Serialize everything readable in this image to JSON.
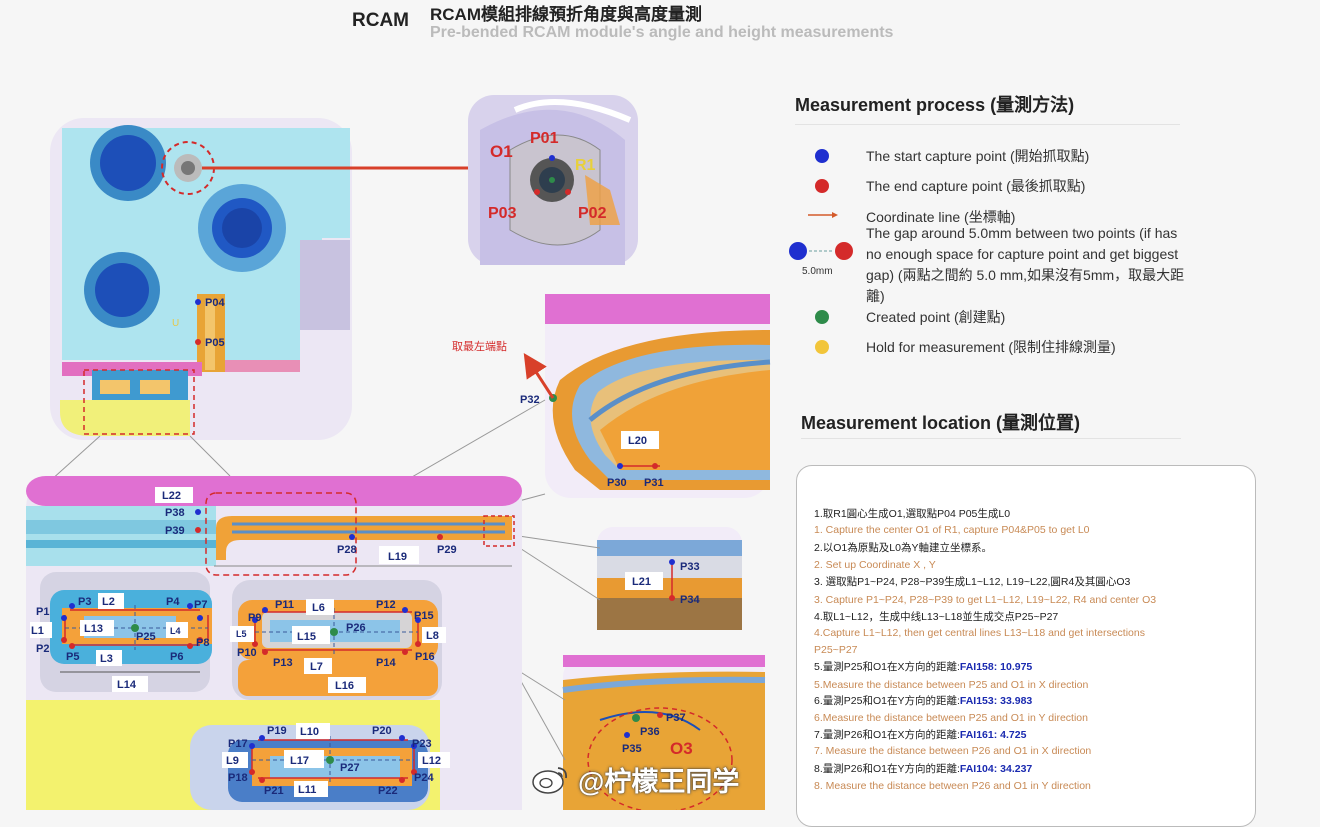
{
  "header": {
    "code": "RCAM",
    "title_zh": "RCAM模組排線預折角度與高度量測",
    "title_en": "Pre-bended RCAM module's angle and height measurements"
  },
  "legend": {
    "title": "Measurement process (量測方法)",
    "items": [
      {
        "type": "dot",
        "color": "#1f2fcf",
        "label": "The start capture point  (開始抓取點)"
      },
      {
        "type": "dot",
        "color": "#d42a2a",
        "label": "The end capture point  (最後抓取點)"
      },
      {
        "type": "arrow",
        "color": "#d45a2a",
        "label": "Coordinate line  (坐標軸)"
      },
      {
        "type": "gap",
        "label": "The gap around 5.0mm between two points (if has no enough space for capture point and get biggest gap)  (兩點之間約 5.0 mm,如果沒有5mm，取最大距離)",
        "gap_note": "5.0mm"
      },
      {
        "type": "dot",
        "color": "#2e8b4a",
        "label": "Created point  (創建點)"
      },
      {
        "type": "dot",
        "color": "#f2c53a",
        "label": "Hold for measurement  (限制住排線測量)"
      }
    ]
  },
  "location": {
    "title": "Measurement location (量測位置)",
    "steps": [
      {
        "lang": "zh",
        "text": "1.取R1圓心生成O1,選取點P04 P05生成L0"
      },
      {
        "lang": "en",
        "text": "1. Capture the center O1 of R1, capture P04&P05 to get L0"
      },
      {
        "lang": "zh",
        "text": "2.以O1為原點及L0為Y軸建立坐標系。"
      },
      {
        "lang": "en",
        "text": "2. Set up Coordinate  X , Y"
      },
      {
        "lang": "zh",
        "text": "3. 選取點P1~P24, P28~P39生成L1~L12, L19~L22,圓R4及其圓心O3"
      },
      {
        "lang": "en",
        "text": "3. Capture P1~P24, P28~P39 to get L1~L12, L19~L22, R4 and center O3"
      },
      {
        "lang": "zh",
        "text": "4.取L1~L12，生成中线L13~L18並生成交点P25~P27"
      },
      {
        "lang": "en",
        "text": "4.Capture L1~L12, then get central lines L13~L18 and get intersections"
      },
      {
        "lang": "en",
        "text": "P25~P27"
      },
      {
        "lang": "zh",
        "text": "5.量測P25和O1在X方向的距離:",
        "fai": "FAI158: 10.975"
      },
      {
        "lang": "en",
        "text": "5.Measure the distance between P25 and O1 in X direction"
      },
      {
        "lang": "zh",
        "text": "6.量測P25和O1在Y方向的距離:",
        "fai": "FAI153: 33.983"
      },
      {
        "lang": "en",
        "text": "6.Measure the distance between P25 and O1 in Y direction"
      },
      {
        "lang": "zh",
        "text": "7.量測P26和O1在X方向的距離:",
        "fai": "FAI161: 4.725"
      },
      {
        "lang": "en",
        "text": "7. Measure the distance between P26 and O1 in X direction"
      },
      {
        "lang": "zh",
        "text": "8.量測P26和O1在Y方向的距離:",
        "fai": "FAI104: 34.237"
      },
      {
        "lang": "en",
        "text": "8. Measure the distance between P26 and O1 in Y direction"
      }
    ]
  },
  "watermark": "@柠檬王同学",
  "diagram": {
    "top_inset": {
      "points": [
        "P04",
        "P05"
      ]
    },
    "r1_detail": {
      "labels": [
        "O1",
        "P01",
        "R1",
        "P03",
        "P02"
      ]
    },
    "p32_detail": {
      "callout": "取最左端點",
      "points": [
        "P32",
        "P30",
        "P31"
      ],
      "lines": [
        "L20"
      ]
    },
    "p33_detail": {
      "points": [
        "P33",
        "P34"
      ],
      "lines": [
        "L21"
      ]
    },
    "o3_detail": {
      "points": [
        "P35",
        "P36",
        "P37"
      ],
      "circle": "O3"
    },
    "main_labels": {
      "points": [
        "P38",
        "P39",
        "P28",
        "P29",
        "P1",
        "P2",
        "P3",
        "P4",
        "P5",
        "P6",
        "P7",
        "P8",
        "P25",
        "P9",
        "P10",
        "P11",
        "P12",
        "P13",
        "P14",
        "P15",
        "P16",
        "P26",
        "P17",
        "P18",
        "P19",
        "P20",
        "P21",
        "P22",
        "P23",
        "P24",
        "P27"
      ],
      "lines": [
        "L22",
        "L19",
        "L1",
        "L2",
        "L3",
        "L4",
        "L13",
        "L14",
        "L5",
        "L6",
        "L7",
        "L8",
        "L15",
        "L16",
        "L9",
        "L10",
        "L11",
        "L12",
        "L17"
      ]
    }
  }
}
